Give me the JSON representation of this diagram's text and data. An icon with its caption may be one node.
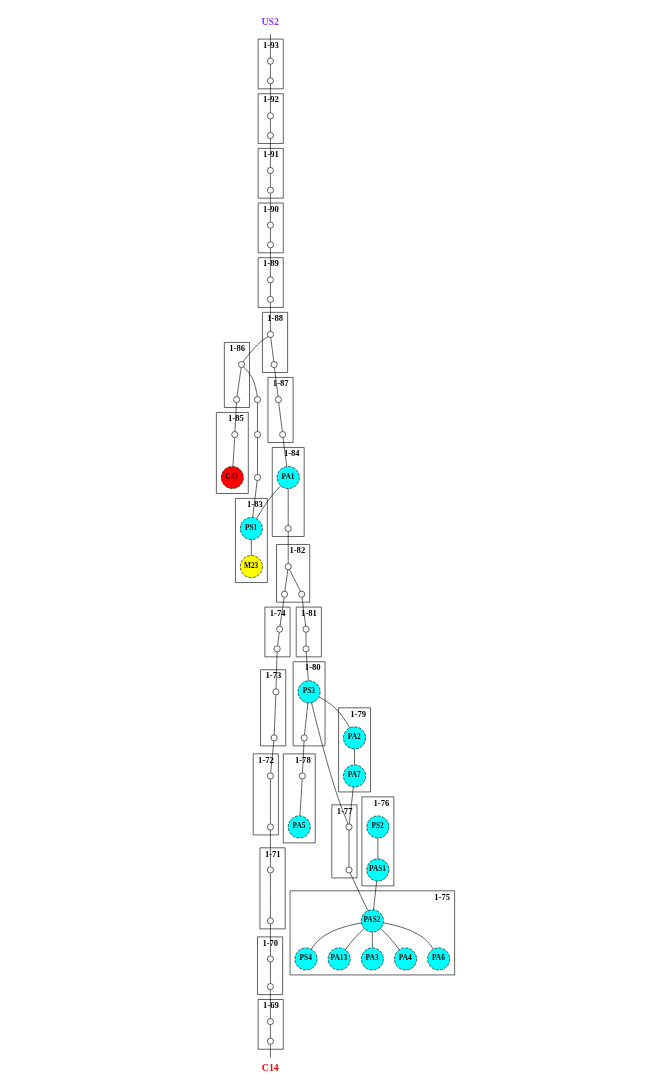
{
  "diagram": {
    "nodes": [
      {
        "text": [
          "US2"
        ]
      },
      {
        "text": [
          "1-93"
        ]
      },
      {
        "text": [],
        "shape": "circle",
        "in": 1
      },
      {
        "text": [],
        "shape": "circle",
        "in": 1
      },
      {
        "text": [
          "1-92"
        ]
      },
      {
        "text": [],
        "shape": "circle",
        "in": 4
      },
      {
        "text": [],
        "shape": "circle",
        "in": 4
      },
      {
        "text": [
          "1-91"
        ]
      },
      {
        "text": [],
        "shape": "circle",
        "in": 7
      },
      {
        "text": [],
        "shape": "circle",
        "in": 7
      },
      {
        "text": [
          "1-90"
        ]
      },
      {
        "text": [],
        "shape": "circle",
        "in": 10
      },
      {
        "text": [],
        "shape": "circle",
        "in": 10
      },
      {
        "text": [
          "1-89"
        ]
      },
      {
        "text": [],
        "shape": "circle",
        "in": 13
      },
      {
        "text": [],
        "shape": "circle",
        "in": 13
      },
      {
        "text": [
          "1-88"
        ]
      },
      {
        "text": [],
        "shape": "circle",
        "in": 16
      },
      {
        "text": [],
        "shape": "circle",
        "in": 16
      },
      {
        "text": [
          "1-86"
        ]
      },
      {
        "text": [],
        "shape": "circle",
        "in": 19
      },
      {
        "text": [],
        "shape": "circle",
        "in": 19
      },
      {
        "text": [
          "1-87"
        ]
      },
      {
        "text": [],
        "shape": "circle",
        "in": 22
      },
      {
        "text": [],
        "shape": "circle",
        "in": 22
      },
      {
        "text": [],
        "shape": "circle"
      },
      {
        "text": [],
        "shape": "circle"
      },
      {
        "text": [],
        "shape": "circle"
      },
      {
        "text": [
          "1-85"
        ]
      },
      {
        "text": [],
        "shape": "circle",
        "in": 28
      },
      {
        "text": [
          "C47"
        ],
        "in": 28
      },
      {
        "text": [
          "1-84"
        ]
      },
      {
        "text": [
          "PA1"
        ],
        "in": 31
      },
      {
        "text": [],
        "shape": "circle",
        "in": 31
      },
      {
        "text": [
          "1-83"
        ]
      },
      {
        "text": [
          "PS1"
        ],
        "in": 34
      },
      {
        "text": [
          "M23"
        ],
        "in": 34
      },
      {
        "text": [
          "1-82"
        ]
      },
      {
        "text": [],
        "shape": "circle",
        "in": 37
      },
      {
        "text": [],
        "shape": "circle",
        "in": 37
      },
      {
        "text": [],
        "shape": "circle",
        "in": 37
      },
      {
        "text": [
          "1-74"
        ]
      },
      {
        "text": [],
        "shape": "circle",
        "in": 41
      },
      {
        "text": [],
        "shape": "circle",
        "in": 41
      },
      {
        "text": [
          "1-81"
        ]
      },
      {
        "text": [],
        "shape": "circle",
        "in": 44
      },
      {
        "text": [],
        "shape": "circle",
        "in": 44
      },
      {
        "text": [
          "1-73"
        ]
      },
      {
        "text": [],
        "shape": "circle",
        "in": 47
      },
      {
        "text": [],
        "shape": "circle",
        "in": 47
      },
      {
        "text": [
          "1-80"
        ]
      },
      {
        "text": [
          "PS3"
        ],
        "in": 50
      },
      {
        "text": [],
        "shape": "circle",
        "in": 50
      },
      {
        "text": [
          "1-79"
        ]
      },
      {
        "text": [
          "PA2"
        ],
        "in": 53
      },
      {
        "text": [
          "PA7"
        ],
        "in": 53
      },
      {
        "text": [
          "1-76"
        ]
      },
      {
        "text": [
          "PS2"
        ],
        "in": 56
      },
      {
        "text": [
          "PAS1"
        ],
        "in": 56
      },
      {
        "text": [
          "1-77"
        ]
      },
      {
        "text": [],
        "shape": "circle",
        "in": 59
      },
      {
        "text": [],
        "shape": "circle",
        "in": 59
      },
      {
        "text": [
          "1-72"
        ]
      },
      {
        "text": [],
        "shape": "circle",
        "in": 62
      },
      {
        "text": [],
        "shape": "circle",
        "in": 62
      },
      {
        "text": [
          "1-78"
        ]
      },
      {
        "text": [],
        "shape": "circle",
        "in": 65
      },
      {
        "text": [
          "PA5"
        ],
        "in": 65
      },
      {
        "text": [
          "1-71"
        ]
      },
      {
        "text": [],
        "shape": "circle",
        "in": 68
      },
      {
        "text": [],
        "shape": "circle",
        "in": 68
      },
      {
        "text": [
          "1-75"
        ]
      },
      {
        "text": [
          "PS4"
        ],
        "in": 71
      },
      {
        "text": [
          "PAS2"
        ],
        "in": 71
      },
      {
        "text": [
          "PA13"
        ],
        "in": 71
      },
      {
        "text": [
          "PA3"
        ],
        "in": 71
      },
      {
        "text": [
          "PA4"
        ],
        "in": 71
      },
      {
        "text": [
          "PA6"
        ],
        "in": 71
      },
      {
        "text": [
          "1-70"
        ]
      },
      {
        "text": [],
        "shape": "circle",
        "in": 78
      },
      {
        "text": [],
        "shape": "circle",
        "in": 78
      },
      {
        "text": [
          "1-69"
        ]
      },
      {
        "text": [],
        "shape": "circle",
        "in": 81
      },
      {
        "text": [],
        "shape": "circle",
        "in": 81
      },
      {
        "text": [
          "C14"
        ]
      }
    ],
    "edges": [
      {
        "from": 0,
        "to": 2,
        "arrow": "none"
      },
      {
        "from": 2,
        "to": 3,
        "arrow": "none"
      },
      {
        "from": 3,
        "to": 5,
        "arrow": "none"
      },
      {
        "from": 5,
        "to": 6,
        "arrow": "none"
      },
      {
        "from": 6,
        "to": 8,
        "arrow": "none"
      },
      {
        "from": 8,
        "to": 9,
        "arrow": "none"
      },
      {
        "from": 9,
        "to": 11,
        "arrow": "none"
      },
      {
        "from": 11,
        "to": 12,
        "arrow": "none"
      },
      {
        "from": 12,
        "to": 14,
        "arrow": "none"
      },
      {
        "from": 14,
        "to": 15,
        "arrow": "none"
      },
      {
        "from": 15,
        "to": 17,
        "arrow": "none"
      },
      {
        "from": 17,
        "to": 18,
        "arrow": "none"
      },
      {
        "from": 17,
        "to": 20,
        "arrow": "none"
      },
      {
        "from": 18,
        "to": 23,
        "arrow": "none"
      },
      {
        "from": 23,
        "to": 24,
        "arrow": "none"
      },
      {
        "from": 24,
        "to": 32,
        "arrow": "none"
      },
      {
        "from": 20,
        "to": 21,
        "arrow": "none"
      },
      {
        "from": 21,
        "to": 29,
        "arrow": "none"
      },
      {
        "from": 29,
        "to": 30,
        "arrow": "none"
      },
      {
        "from": 20,
        "to": 25,
        "arrow": "none"
      },
      {
        "from": 25,
        "to": 26,
        "arrow": "none"
      },
      {
        "from": 26,
        "to": 27,
        "arrow": "none"
      },
      {
        "from": 27,
        "to": 35,
        "arrow": "none"
      },
      {
        "from": 32,
        "to": 35,
        "arrow": "none"
      },
      {
        "from": 35,
        "to": 36,
        "arrow": "none"
      },
      {
        "from": 32,
        "to": 33,
        "arrow": "none"
      },
      {
        "from": 33,
        "to": 38,
        "arrow": "none"
      },
      {
        "from": 38,
        "to": 39,
        "arrow": "none"
      },
      {
        "from": 39,
        "to": 42,
        "arrow": "none"
      },
      {
        "from": 42,
        "to": 43,
        "arrow": "none"
      },
      {
        "from": 43,
        "to": 48,
        "arrow": "none"
      },
      {
        "from": 48,
        "to": 49,
        "arrow": "none"
      },
      {
        "from": 49,
        "to": 63,
        "arrow": "none"
      },
      {
        "from": 63,
        "to": 64,
        "arrow": "none"
      },
      {
        "from": 64,
        "to": 69,
        "arrow": "none"
      },
      {
        "from": 69,
        "to": 70,
        "arrow": "none"
      },
      {
        "from": 70,
        "to": 79,
        "arrow": "none"
      },
      {
        "from": 79,
        "to": 80,
        "arrow": "none"
      },
      {
        "from": 80,
        "to": 82,
        "arrow": "none"
      },
      {
        "from": 82,
        "to": 83,
        "arrow": "none"
      },
      {
        "from": 83,
        "to": 84,
        "arrow": "none"
      },
      {
        "from": 38,
        "to": 40,
        "arrow": "none"
      },
      {
        "from": 40,
        "to": 45,
        "arrow": "none"
      },
      {
        "from": 45,
        "to": 46,
        "arrow": "none"
      },
      {
        "from": 46,
        "to": 51,
        "arrow": "none"
      },
      {
        "from": 51,
        "to": 54,
        "arrow": "none"
      },
      {
        "from": 54,
        "to": 55,
        "arrow": "none"
      },
      {
        "from": 55,
        "to": 60,
        "arrow": "none"
      },
      {
        "from": 51,
        "to": 60,
        "arrow": "none"
      },
      {
        "from": 60,
        "to": 61,
        "arrow": "none"
      },
      {
        "from": 61,
        "to": 73,
        "arrow": "none"
      },
      {
        "from": 51,
        "to": 52,
        "arrow": "none"
      },
      {
        "from": 52,
        "to": 66,
        "arrow": "none"
      },
      {
        "from": 66,
        "to": 67,
        "arrow": "none"
      },
      {
        "from": 57,
        "to": 58,
        "arrow": "none"
      },
      {
        "from": 58,
        "to": 73,
        "arrow": "none"
      },
      {
        "from": 73,
        "to": 72,
        "arrow": "none"
      },
      {
        "from": 73,
        "to": 74,
        "arrow": "none"
      },
      {
        "from": 73,
        "to": 75,
        "arrow": "none"
      },
      {
        "from": 73,
        "to": 76,
        "arrow": "none"
      },
      {
        "from": 73,
        "to": 77,
        "arrow": "none"
      }
    ]
  }
}
